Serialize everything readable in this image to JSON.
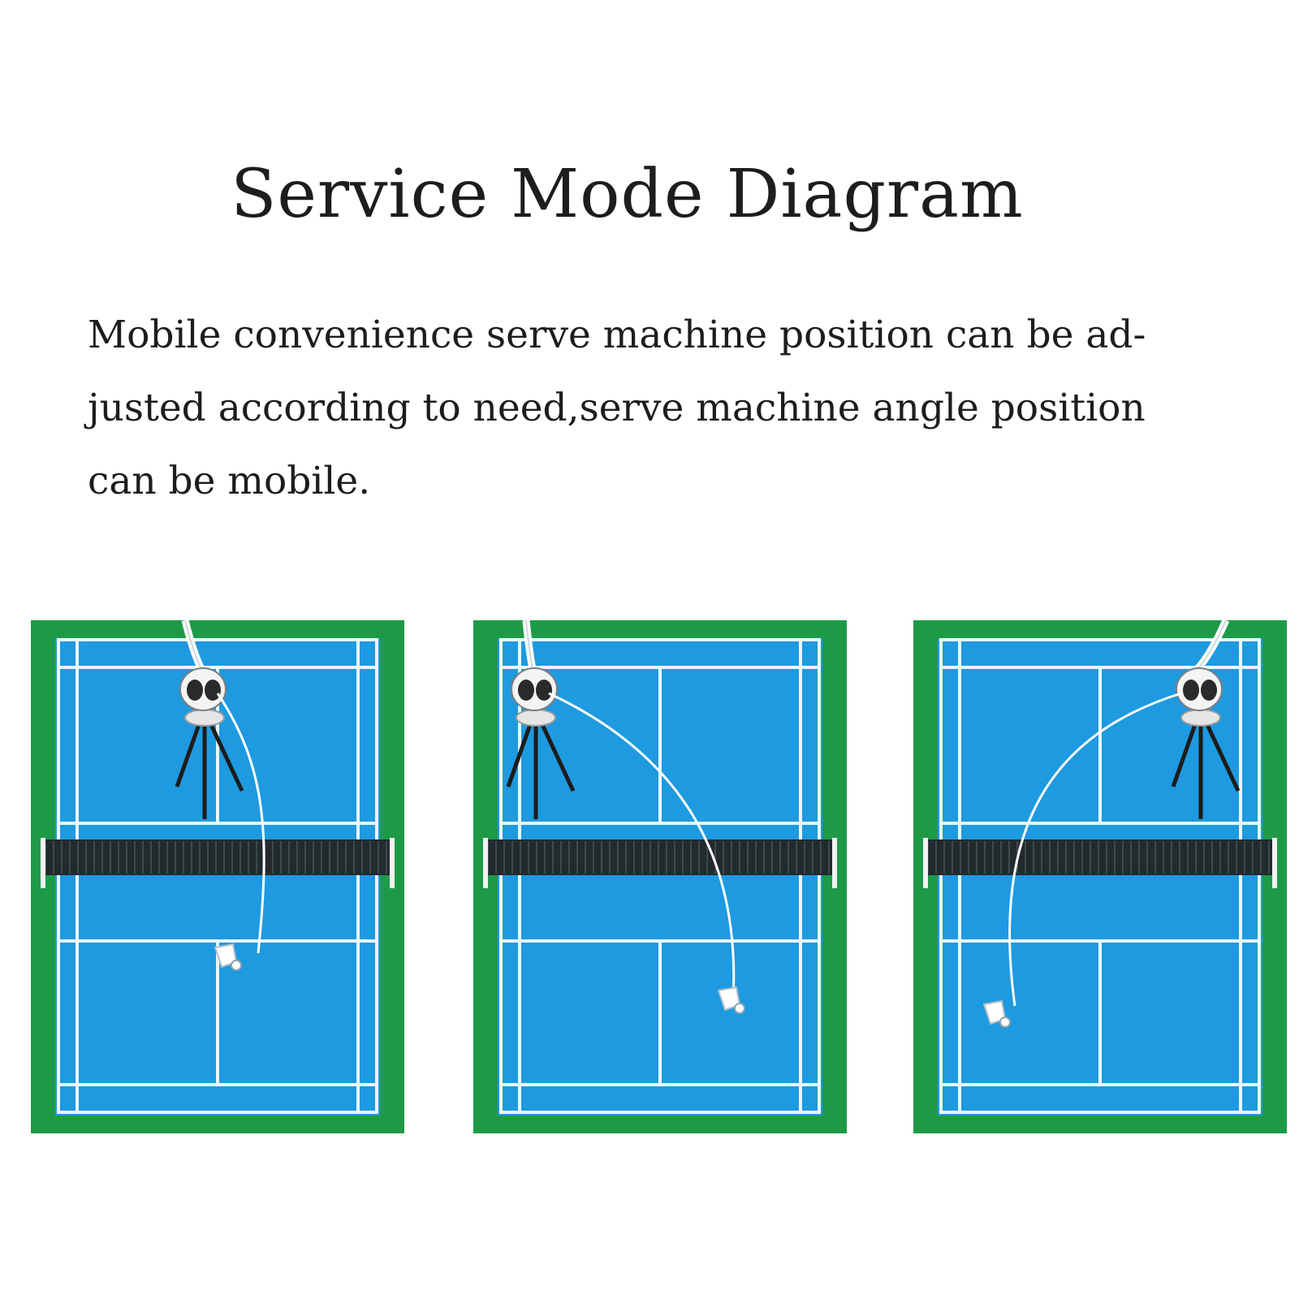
{
  "title": "Service Mode Diagram",
  "description_lines": [
    "Mobile convenience serve machine position can be ad-",
    "justed according to need,serve machine angle position",
    "can be mobile."
  ],
  "colors": {
    "court_border": "#1e9a47",
    "court_surface": "#1e9ae0",
    "lines": "#e9f7ff",
    "net": "#222a2e"
  },
  "diagrams": [
    {
      "machine": "center",
      "landing": "center-short",
      "icon": "serve-machine-icon"
    },
    {
      "machine": "left",
      "landing": "right-mid",
      "icon": "serve-machine-icon"
    },
    {
      "machine": "right",
      "landing": "left-mid",
      "icon": "serve-machine-icon"
    }
  ]
}
